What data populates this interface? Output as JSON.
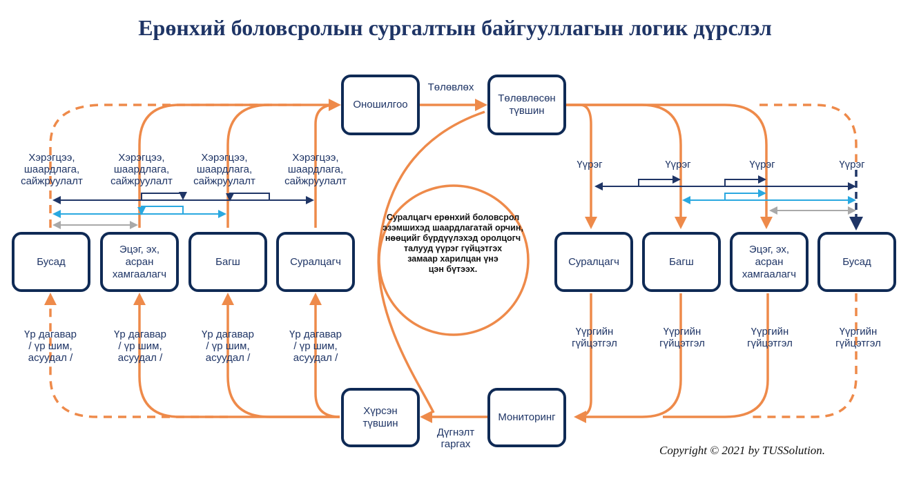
{
  "title": "Ерөнхий боловсролын сургалтын байгууллагын логик дүрслэл",
  "colors": {
    "orange": "#ee8a4a",
    "navy": "#1f3566",
    "sky": "#29a8e0",
    "gray": "#a9a9a9"
  },
  "nodes": {
    "onoshilgoo": "Оношилгоо",
    "tolovlosen": "Төлөвлөсөн\nтүвшин",
    "hursen": "Хүрсэн\nтүвшин",
    "monitoring": "Мониторинг",
    "left_busad": "Бусад",
    "left_etseg": "Эцэг, эх,\nасран\nхамгаалагч",
    "left_bagsh": "Багш",
    "left_suraltsagch": "Суралцагч",
    "right_suraltsagch": "Суралцагч",
    "right_bagsh": "Багш",
    "right_etseg": "Эцэг, эх,\nасран\nхамгаалагч",
    "right_busad": "Бусад"
  },
  "edge_labels": {
    "tolovloh": "Төлөвлөх",
    "dugnelt": "Дүгнэлт\nгаргах",
    "hereglee": "Хэрэгцээ,\nшаардлага,\nсайжруулалт",
    "ur_dagavar": "Үр дагавар\n/ үр шим,\nасуудал /",
    "uureg": "Үүрэг",
    "uurgiin": "Үүргийн\nгүйцэтгэл"
  },
  "center_text": "Суралцагч ерөнхий боловсрол\nэзэмшихэд шаардлагатай орчин,\nнөөцийг бүрдүүлэхэд оролцогч\nталууд үүрэг гүйцэтгэх\nзамаар харилцан үнэ\nцэн бүтээх.",
  "copyright": "Copyright © 2021 by TUSSolution."
}
